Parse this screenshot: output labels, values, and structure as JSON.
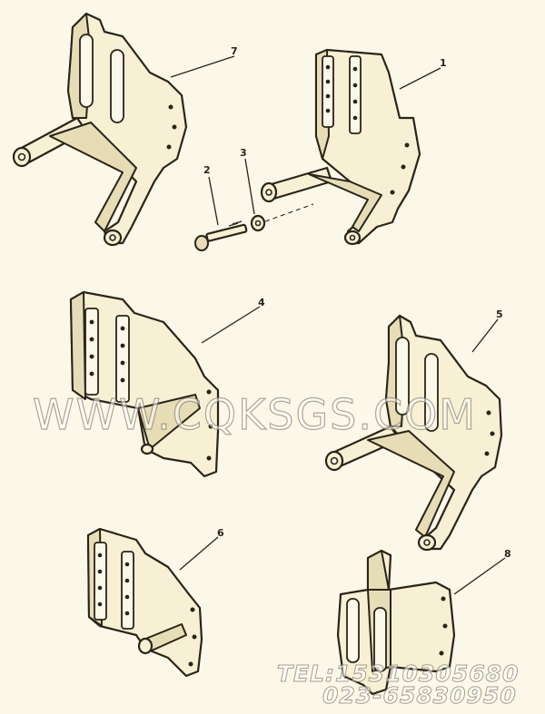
{
  "callouts": {
    "c1": "1",
    "c2": "2",
    "c3": "3",
    "c4": "4",
    "c5": "5",
    "c6": "6",
    "c7": "7",
    "c8": "8"
  },
  "watermark": {
    "site": "WWW.CQKSGS.COM",
    "tel": "TEL:15310305680",
    "phone": "023-65830950"
  },
  "colors": {
    "background": "#fbf7e9",
    "part_fill": "#f7f0d4",
    "line": "#2a2418"
  }
}
